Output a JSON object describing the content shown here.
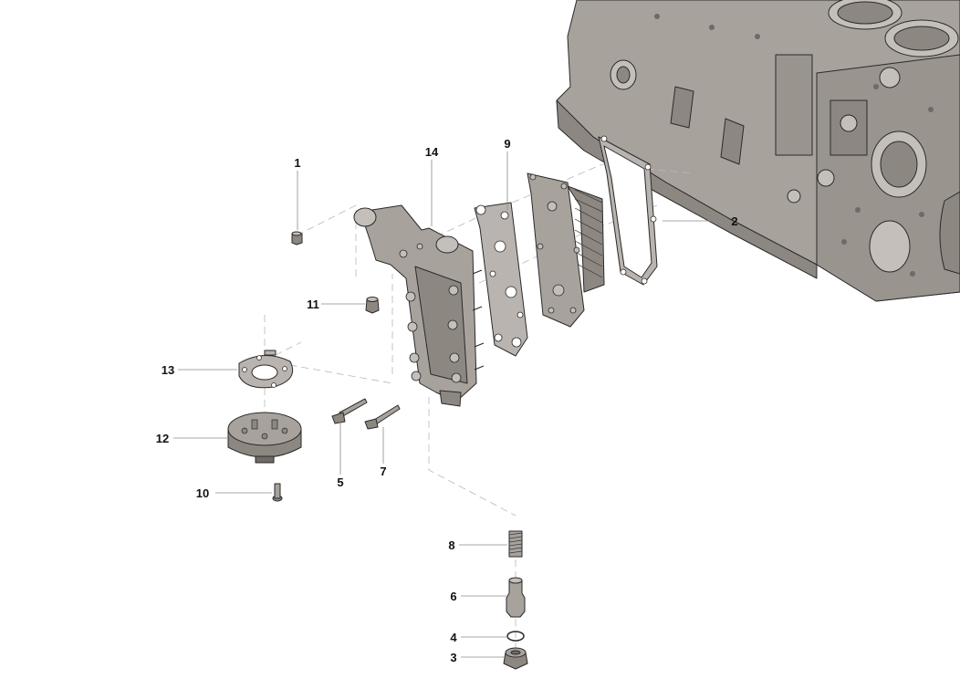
{
  "diagram": {
    "colors": {
      "part_fill": "#a8a29d",
      "part_dark": "#8d8782",
      "part_light": "#c4bfba",
      "gasket_fill": "#b9b4af",
      "outline": "#2a2a2a",
      "leader": "#8a8a8a",
      "phantom": "#b8b8b8"
    },
    "callouts": [
      {
        "id": "1",
        "label": "1"
      },
      {
        "id": "2",
        "label": "2"
      },
      {
        "id": "3",
        "label": "3"
      },
      {
        "id": "4",
        "label": "4"
      },
      {
        "id": "5",
        "label": "5"
      },
      {
        "id": "6",
        "label": "6"
      },
      {
        "id": "7",
        "label": "7"
      },
      {
        "id": "8",
        "label": "8"
      },
      {
        "id": "9",
        "label": "9"
      },
      {
        "id": "10",
        "label": "10"
      },
      {
        "id": "11",
        "label": "11"
      },
      {
        "id": "12",
        "label": "12"
      },
      {
        "id": "13",
        "label": "13"
      },
      {
        "id": "14",
        "label": "14"
      }
    ]
  }
}
